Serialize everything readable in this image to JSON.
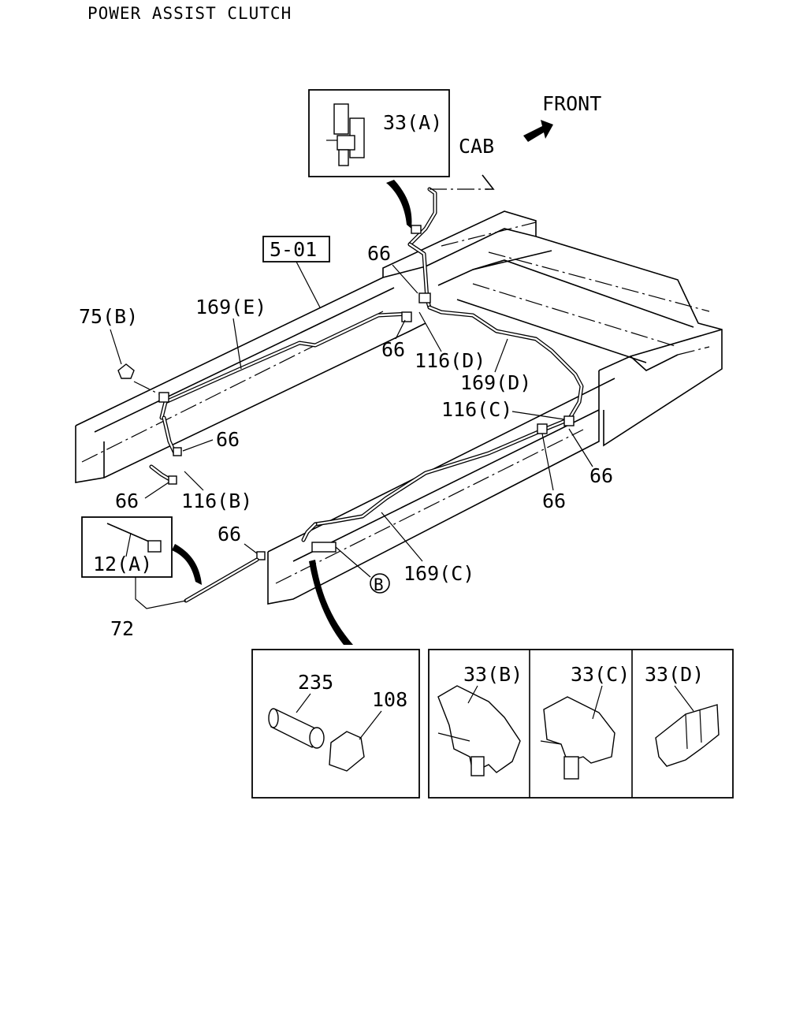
{
  "title": "POWER ASSIST CLUTCH",
  "orientation": {
    "front": "FRONT",
    "cab": "CAB"
  },
  "reference_box": "5-01",
  "labels": {
    "l33a": "33(A)",
    "l66_top": "66",
    "l169e": "169(E)",
    "l75b": "75(B)",
    "l66_mid": "66",
    "l116d": "116(D)",
    "l169d": "169(D)",
    "l116c": "116(C)",
    "l66_left": "66",
    "l66_bl": "66",
    "l116b": "116(B)",
    "l66_r1": "66",
    "l66_r2": "66",
    "l12a": "12(A)",
    "l66_low": "66",
    "l169c": "169(C)",
    "l72": "72",
    "l235": "235",
    "l108": "108",
    "l33b": "33(B)",
    "l33c": "33(C)",
    "l33d": "33(D)"
  },
  "callout_marker": "B"
}
